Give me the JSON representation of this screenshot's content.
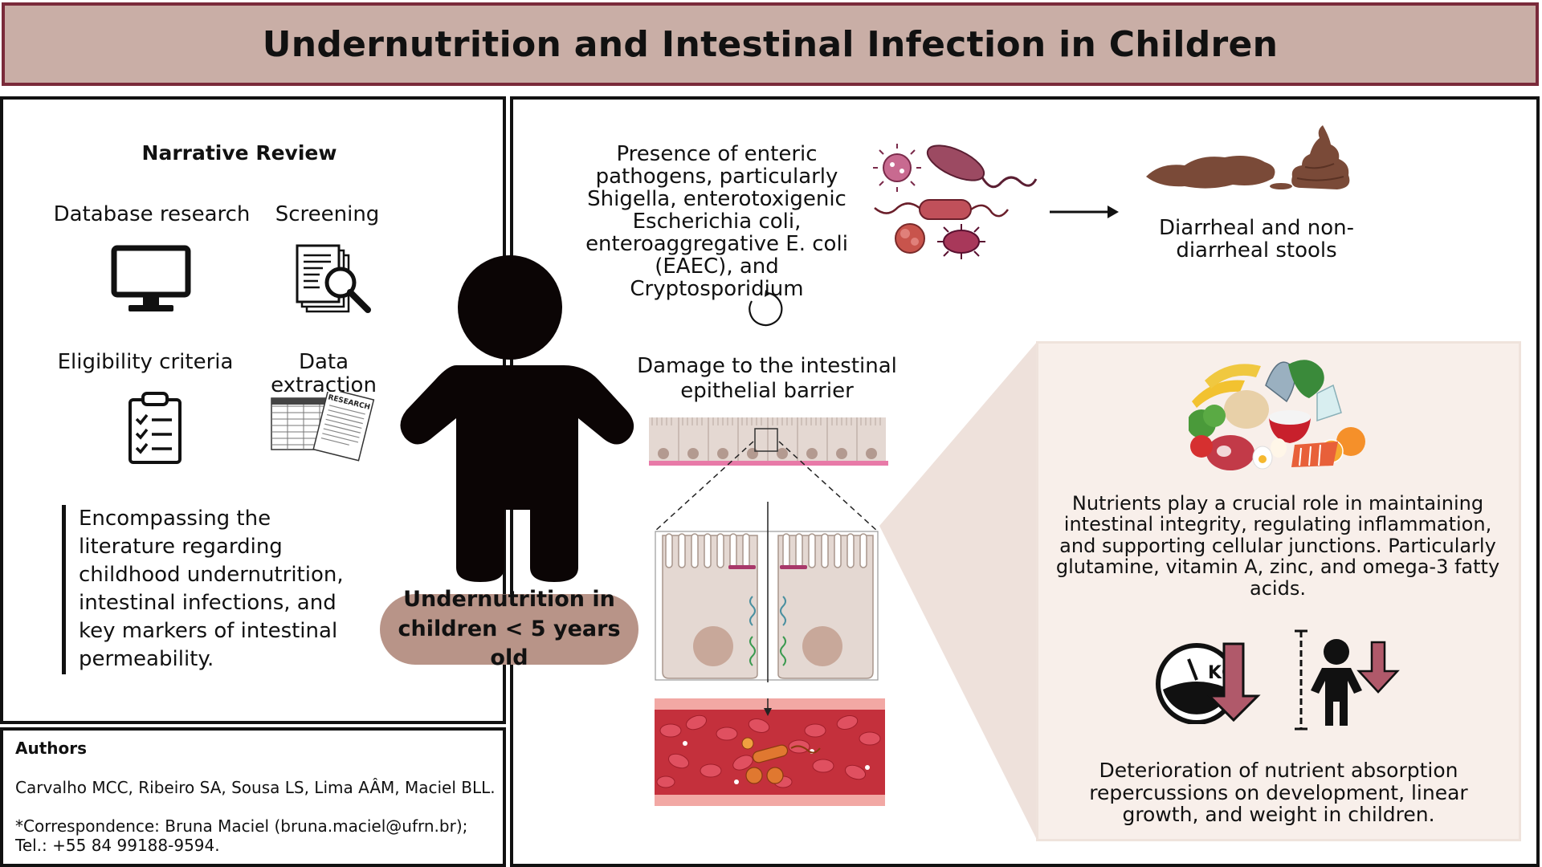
{
  "title": "Undernutrition and Intestinal Infection in Children",
  "review": {
    "heading": "Narrative Review",
    "steps": [
      "Database research",
      "Screening",
      "Eligibility criteria",
      "Data extraction"
    ],
    "paper_stamp": "RESEARCH",
    "summary": "Encompassing the literature regarding childhood undernutrition, intestinal infections, and key markers of intestinal permeability."
  },
  "authors": {
    "heading": "Authors",
    "names": "Carvalho MCC, Ribeiro SA, Sousa LS, Lima AÂM, Maciel BLL.",
    "correspondence": "*Correspondence: Bruna Maciel (bruna.maciel@ufrn.br); Tel.: +55 84 99188-9594."
  },
  "child": {
    "label": "Undernutrition in children < 5 years old"
  },
  "pathogens": {
    "text": "Presence of enteric pathogens, particularly Shigella, enterotoxigenic Escherichia coli, enteroaggregative E. coli (EAEC), and Cryptosporidium"
  },
  "stools": {
    "label": "Diarrheal and non-diarrheal stools"
  },
  "barrier": {
    "label": "Damage to the intestinal epithelial barrier"
  },
  "nutrients": {
    "text": "Nutrients play a crucial role in maintaining intestinal integrity, regulating inflammation, and supporting cellular junctions. Particularly glutamine, vitamin A, zinc, and omega-3 fatty acids.",
    "kg_label": "KG",
    "outcome": "Deterioration of nutrient absorption repercussions on development, linear growth, and weight in children."
  },
  "colors": {
    "title_bg": "#c9aea6",
    "title_border": "#7a2a3a",
    "pill": "#b89488",
    "arrow_down": "#b0596a",
    "pathogen": "#a64a6e",
    "blood": "#c4303c",
    "nutrient_bg": "#f8efea"
  },
  "icons": [
    "monitor-icon",
    "document-search-icon",
    "clipboard-checklist-icon",
    "research-paper-icon",
    "child-silhouette-icon",
    "virus-icon",
    "bacteria-icon",
    "stool-icon",
    "arrow-right-icon",
    "cycle-icon",
    "epithelium-icon",
    "cell-junction-icon",
    "blood-vessel-icon",
    "food-icon",
    "scale-down-icon",
    "child-height-down-icon"
  ]
}
